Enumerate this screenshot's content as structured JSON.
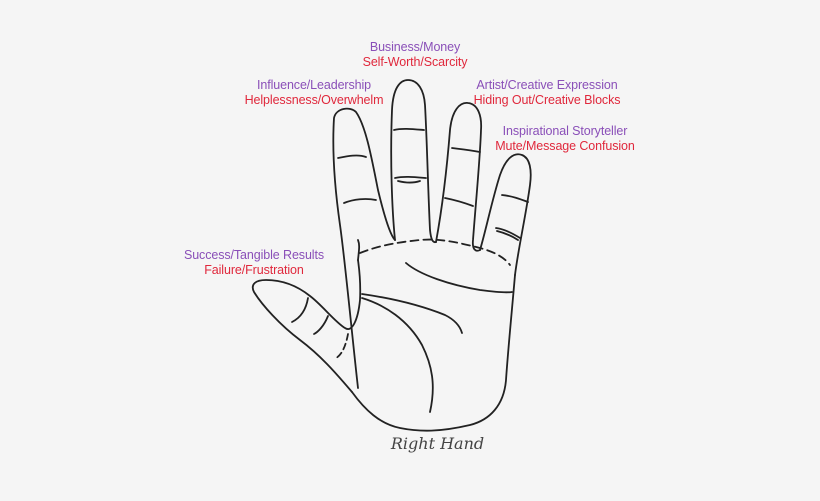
{
  "colors": {
    "background": "#f5f5f5",
    "positive_text": "#8a4fb8",
    "negative_text": "#e0283c",
    "line": "#222222"
  },
  "labels": {
    "middle": {
      "positive": "Business/Money",
      "negative": "Self-Worth/Scarcity"
    },
    "index": {
      "positive": "Influence/Leadership",
      "negative": "Helplessness/Overwhelm"
    },
    "ring": {
      "positive": "Artist/Creative Expression",
      "negative": "Hiding Out/Creative Blocks"
    },
    "pinky": {
      "positive": "Inspirational Storyteller",
      "negative": "Mute/Message Confusion"
    },
    "thumb": {
      "positive": "Success/Tangible Results",
      "negative": "Failure/Frustration"
    }
  },
  "caption": "Right Hand"
}
